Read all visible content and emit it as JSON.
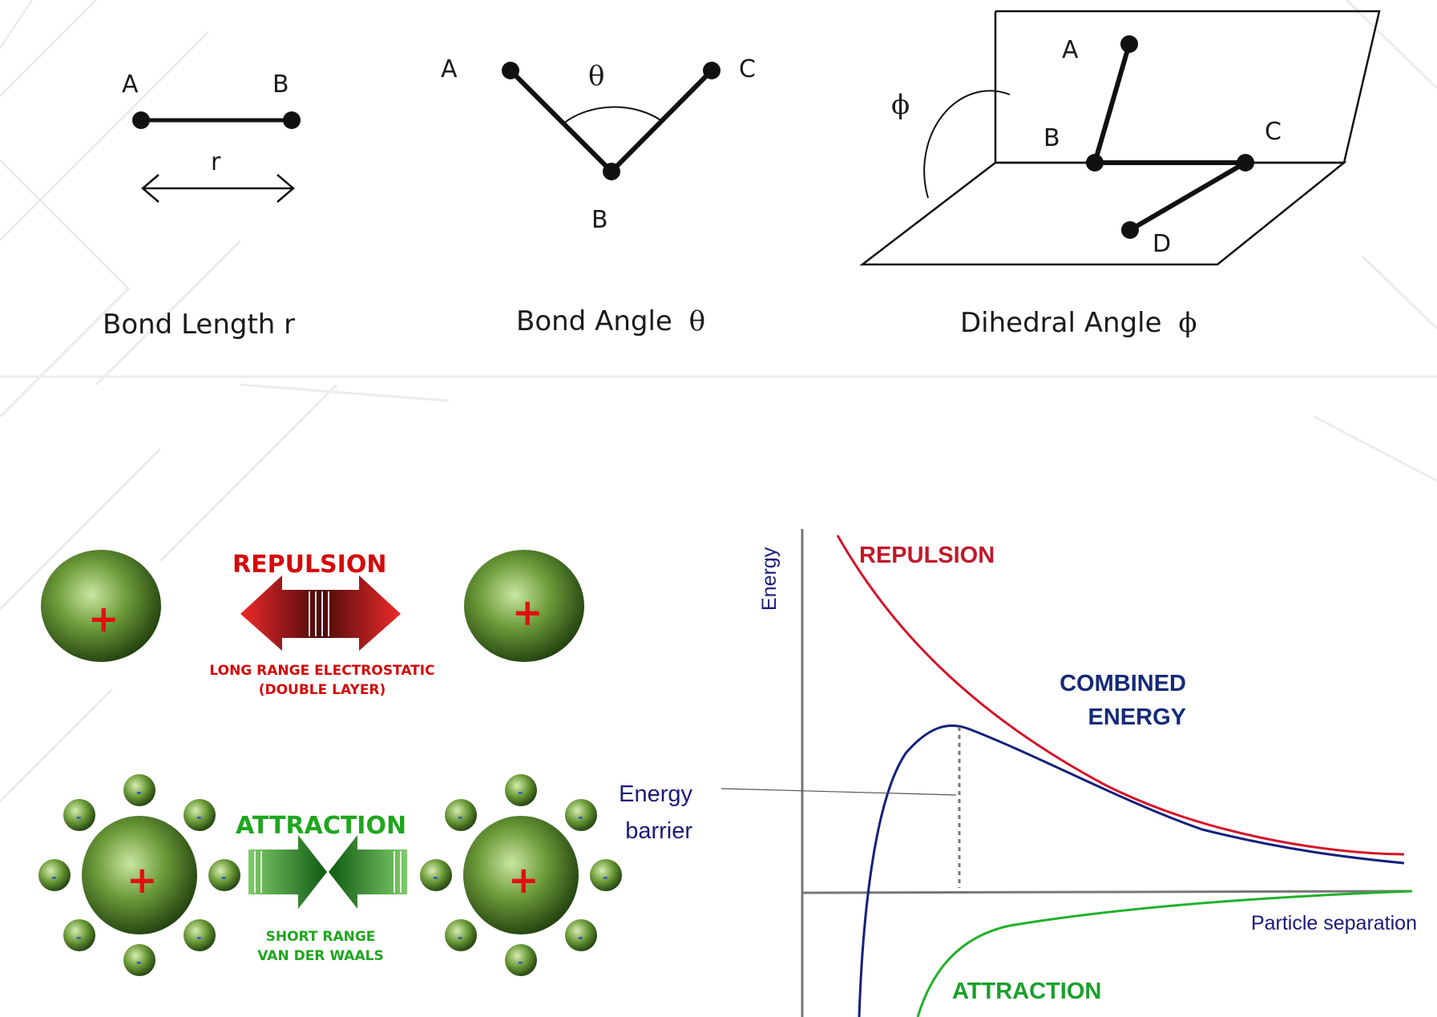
{
  "geometry": {
    "bond_length": {
      "caption": "Bond Length r",
      "point_a": "A",
      "point_b": "B",
      "distance_symbol": "r"
    },
    "bond_angle": {
      "caption_text": "Bond Angle",
      "caption_symbol": "θ",
      "point_a": "A",
      "point_b": "B",
      "point_c": "C",
      "angle_symbol": "θ"
    },
    "dihedral_angle": {
      "caption_text": "Dihedral Angle",
      "caption_symbol": "ϕ",
      "point_a": "A",
      "point_b": "B",
      "point_c": "C",
      "point_d": "D",
      "angle_symbol": "ϕ"
    }
  },
  "colloid": {
    "repulsion": {
      "title": "REPULSION",
      "subtitle_line1": "LONG RANGE ELECTROSTATIC",
      "subtitle_line2": "(DOUBLE LAYER)",
      "charge_symbol": "+"
    },
    "attraction": {
      "title": "ATTRACTION",
      "subtitle_line1": "SHORT RANGE",
      "subtitle_line2": "VAN DER WAALS",
      "charge_symbol": "+",
      "ion_symbol": "-"
    },
    "colors": {
      "repulsion": "#d40a0a",
      "attraction": "#1fa61f",
      "particle": "#2f5e14"
    }
  },
  "energy_chart": {
    "ylabel": "Energy",
    "xlabel": "Particle separation",
    "repulsion_label": "REPULSION",
    "combined_label_line1": "COMBINED",
    "combined_label_line2": "ENERGY",
    "attraction_label": "ATTRACTION",
    "barrier_label_line1": "Energy",
    "barrier_label_line2": "barrier",
    "colors": {
      "repulsion": "#d4142a",
      "combined": "#14207a",
      "attraction": "#22b02a",
      "axis": "#777777"
    }
  }
}
